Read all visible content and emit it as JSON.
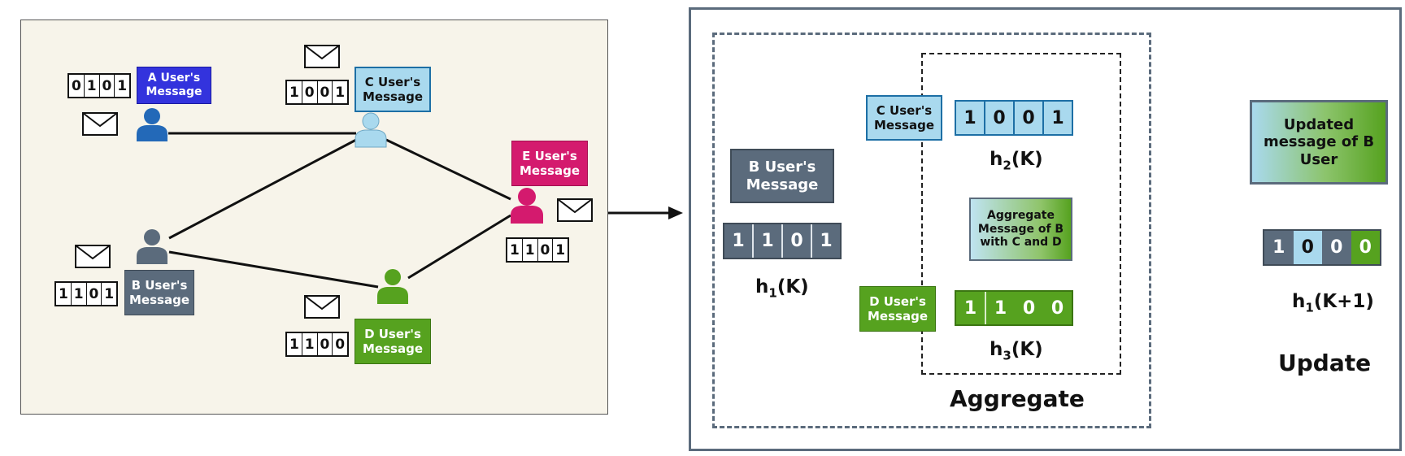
{
  "left_panel": {
    "users": {
      "a": {
        "label": "A User's\nMessage",
        "bits": [
          "0",
          "1",
          "0",
          "1"
        ],
        "color": "#3333dd"
      },
      "b": {
        "label": "B User's\nMessage",
        "bits": [
          "1",
          "1",
          "0",
          "1"
        ],
        "color": "#5b6b7c"
      },
      "c": {
        "label": "C User's\nMessage",
        "bits": [
          "1",
          "0",
          "0",
          "1"
        ],
        "color": "#a9d9ee"
      },
      "d": {
        "label": "D User's\nMessage",
        "bits": [
          "1",
          "1",
          "0",
          "0"
        ],
        "color": "#56a21f"
      },
      "e": {
        "label": "E User's\nMessage",
        "bits": [
          "1",
          "1",
          "0",
          "1"
        ],
        "color": "#d41a6e"
      }
    }
  },
  "aggregate_panel": {
    "b_label": "B User's\nMessage",
    "b_bits": [
      "1",
      "1",
      "0",
      "1"
    ],
    "h1": {
      "base": "h",
      "sub": "1",
      "arg": "(K)"
    },
    "c_label": "C User's\nMessage",
    "c_bits": [
      "1",
      "0",
      "0",
      "1"
    ],
    "h2": {
      "base": "h",
      "sub": "2",
      "arg": "(K)"
    },
    "agg_label": "Aggregate\nMessage of B\nwith C and D",
    "d_label": "D User's\nMessage",
    "d_bits": [
      "1",
      "1",
      "0",
      "0"
    ],
    "h3": {
      "base": "h",
      "sub": "3",
      "arg": "(K)"
    },
    "title": "Aggregate"
  },
  "update_panel": {
    "updated_label": "Updated\nmessage of B\nUser",
    "bits": [
      "1",
      "0",
      "0",
      "0"
    ],
    "h_next": {
      "base": "h",
      "sub": "1",
      "arg": "(K+1)"
    },
    "title": "Update"
  },
  "colors": {
    "panel_bg": "#f7f4ea",
    "slate": "#5b6b7c",
    "light_blue": "#a9d9ee",
    "green": "#56a21f",
    "blue_user": "#2369b8",
    "magenta": "#d41a6e"
  }
}
